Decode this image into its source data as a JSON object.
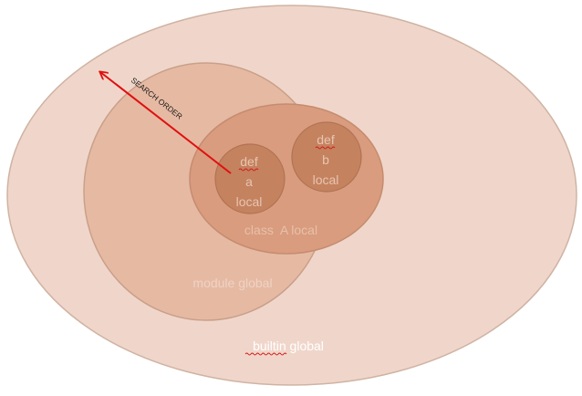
{
  "diagram": {
    "title": "",
    "scopes": {
      "builtin": {
        "label_word1": "builtin",
        "label_word2": "global"
      },
      "module": {
        "label": "module global"
      },
      "class": {
        "label": "class  A local"
      },
      "def_a": {
        "line1": "def",
        "line2": "a",
        "line3": "local"
      },
      "def_b": {
        "line1": "def",
        "line2": "b",
        "line3": "local"
      }
    },
    "arrow": {
      "label": "SEARCH ORDER"
    }
  },
  "colors": {
    "builtin_fill": "#f0d6ca",
    "module_fill": "#e6b9a3",
    "class_fill": "#d99c7e",
    "def_fill": "#c4825f",
    "ring_stroke": "#c9a08a",
    "arrow": "#e01010"
  }
}
